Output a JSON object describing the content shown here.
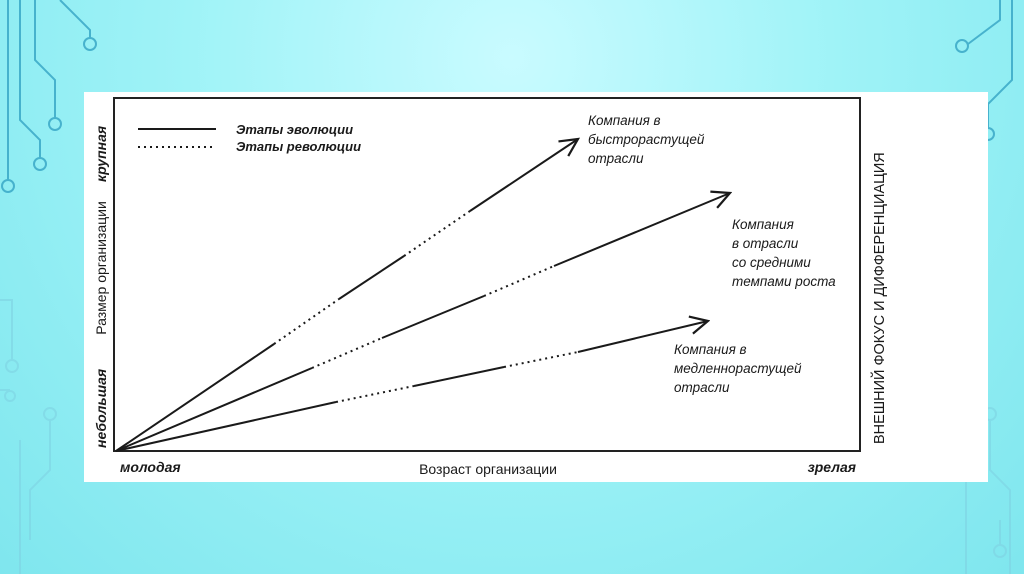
{
  "legend": {
    "evolution": "Этапы эволюции",
    "revolution": "Этапы революции"
  },
  "axes": {
    "y_label": "Размер организации",
    "y_low": "небольшая",
    "y_high": "крупная",
    "x_label": "Возраст организации",
    "x_low": "молодая",
    "x_high": "зрелая",
    "right_label": "ВНЕШНИЙ ФОКУС И ДИФФЕРЕНЦИАЦИЯ"
  },
  "lines": [
    {
      "label": [
        "Компания в",
        "быстрорастущей",
        "отрасли"
      ]
    },
    {
      "label": [
        "Компания",
        "в отрасли",
        "со средними",
        "темпами роста"
      ]
    },
    {
      "label": [
        "Компания в",
        "медленнорастущей",
        "отрасли"
      ]
    }
  ],
  "colors": {
    "line": "#1a1a1a",
    "frame": "#222222",
    "panel": "#ffffff",
    "decor": "#3aa8c7"
  }
}
